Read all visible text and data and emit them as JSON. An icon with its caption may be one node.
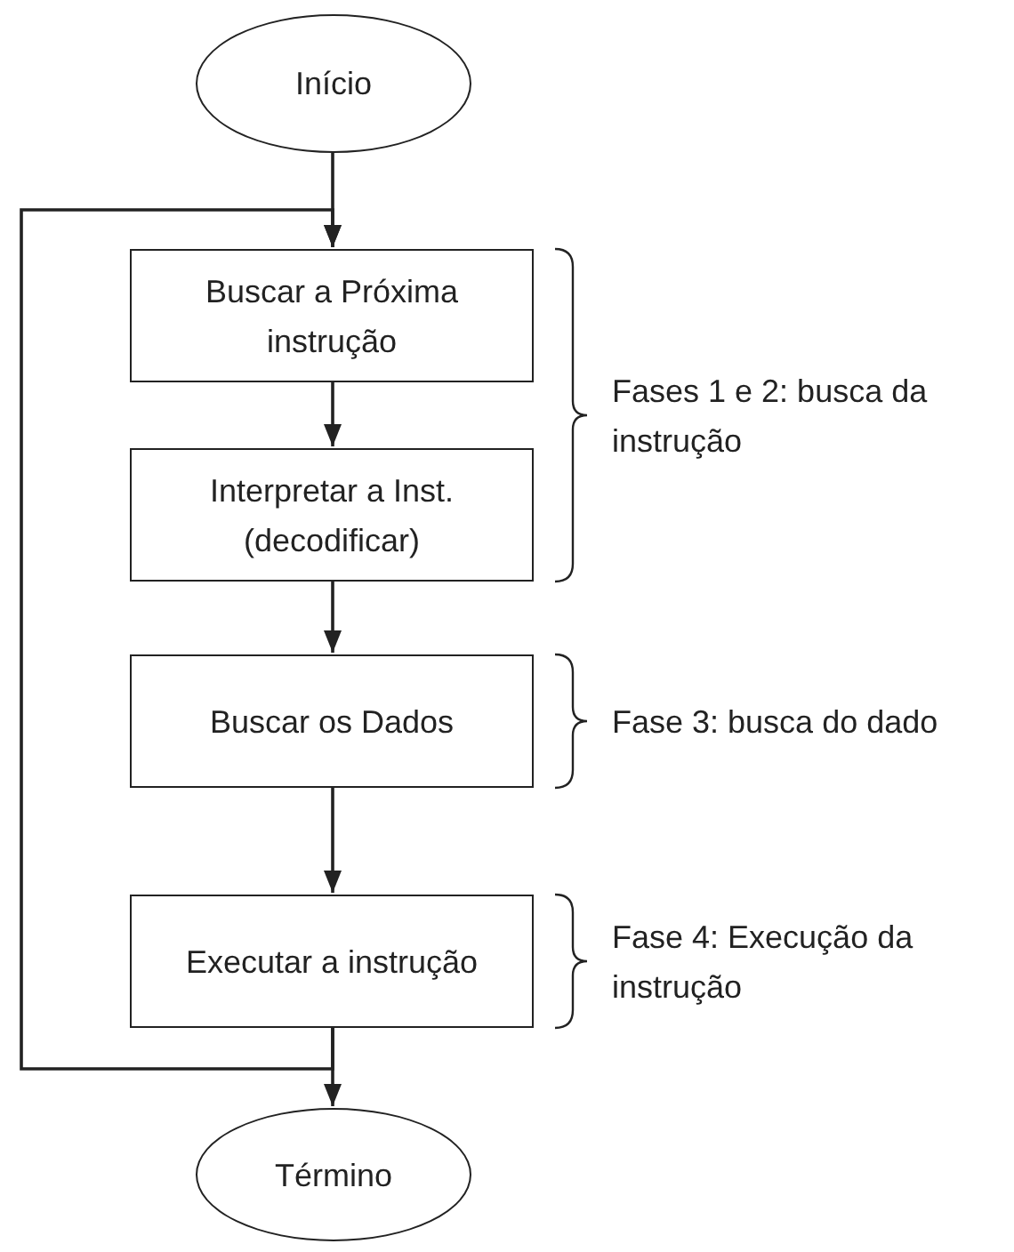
{
  "diagram": {
    "nodes": [
      {
        "text": [
          "Início"
        ]
      },
      {
        "text": [
          "Buscar a Próxima instrução"
        ]
      },
      {
        "text": [
          "Interpretar a Inst. (decodificar)"
        ]
      },
      {
        "text": [
          "Buscar os Dados"
        ]
      },
      {
        "text": [
          "Executar a instrução"
        ]
      },
      {
        "text": [
          "Término"
        ]
      }
    ],
    "edges": [
      {
        "from": 0,
        "to": 1,
        "arrow": "to"
      },
      {
        "from": 1,
        "to": 2,
        "arrow": "to"
      },
      {
        "from": 2,
        "to": 3,
        "arrow": "to"
      },
      {
        "from": 3,
        "to": 4,
        "arrow": "to"
      },
      {
        "from": 4,
        "to": 5,
        "arrow": "to"
      },
      {
        "from": 4,
        "to": 1,
        "arrow": "to"
      }
    ],
    "labels": [
      "Fases 1 e 2: busca da instrução",
      "Fase 3: busca do dado",
      "Fase 4: Execução da instrução"
    ]
  }
}
